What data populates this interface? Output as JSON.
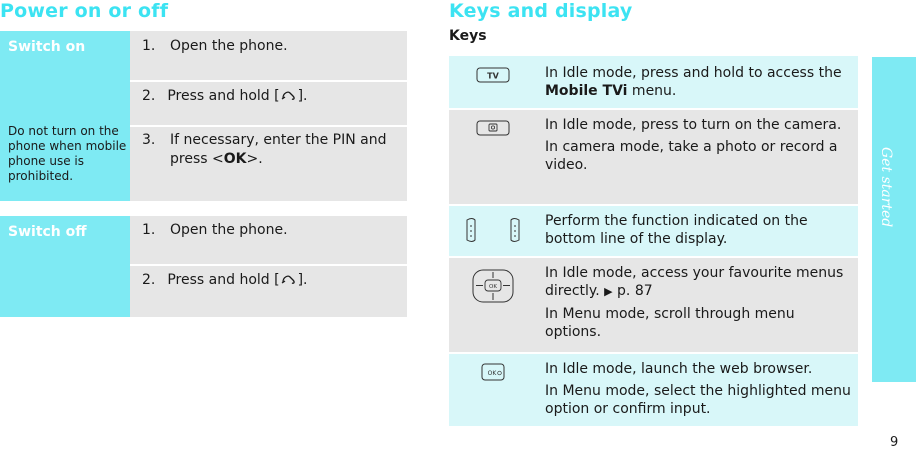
{
  "left": {
    "title": "Power on or off",
    "switch_on": {
      "label": "Switch on",
      "note": "Do not turn on the phone when mobile phone use is prohibited.",
      "steps": [
        {
          "num": "1.",
          "text": "Open the phone."
        },
        {
          "num": "2.",
          "text_before": "Press and hold [",
          "text_after": "]."
        },
        {
          "num": "3.",
          "text_before": "If necessary, enter the PIN and press <",
          "bold": "OK",
          "text_after": ">."
        }
      ]
    },
    "switch_off": {
      "label": "Switch off",
      "steps": [
        {
          "num": "1.",
          "text": "Open the phone."
        },
        {
          "num": "2.",
          "text_before": "Press and hold [",
          "text_after": "]."
        }
      ]
    }
  },
  "right": {
    "title": "Keys and display",
    "subtitle": "Keys",
    "keys": [
      {
        "icon": "tv-key-icon",
        "icon_label": "TV",
        "lines": [
          {
            "before": "In Idle mode, press and hold to access the ",
            "bold": "Mobile TVi",
            "after": " menu."
          }
        ]
      },
      {
        "icon": "camera-key-icon",
        "lines": [
          {
            "text": "In Idle mode, press to turn on the camera."
          },
          {
            "text": "In camera mode, take a photo or record a video."
          }
        ]
      },
      {
        "icon": "soft-keys-icon",
        "lines": [
          {
            "text": "Perform the function indicated on the bottom line of the display."
          }
        ]
      },
      {
        "icon": "navigation-key-icon",
        "icon_label": "OK",
        "lines": [
          {
            "before": "In Idle mode, access your favourite menus directly. ",
            "arrow": "▶",
            "after": " p. 87"
          },
          {
            "text": "In Menu mode, scroll through menu options."
          }
        ]
      },
      {
        "icon": "ok-browser-key-icon",
        "icon_label": "OK",
        "lines": [
          {
            "text": "In Idle mode, launch the web browser."
          },
          {
            "text": "In Menu mode, select the highlighted menu option or confirm input."
          }
        ]
      }
    ]
  },
  "side_tab": "Get started",
  "page_number": "9",
  "colors": {
    "accent": "#3ce3f2",
    "panel": "#7eeaf3",
    "row_grey": "#e6e6e6",
    "row_cyan": "#d8f7f9"
  }
}
